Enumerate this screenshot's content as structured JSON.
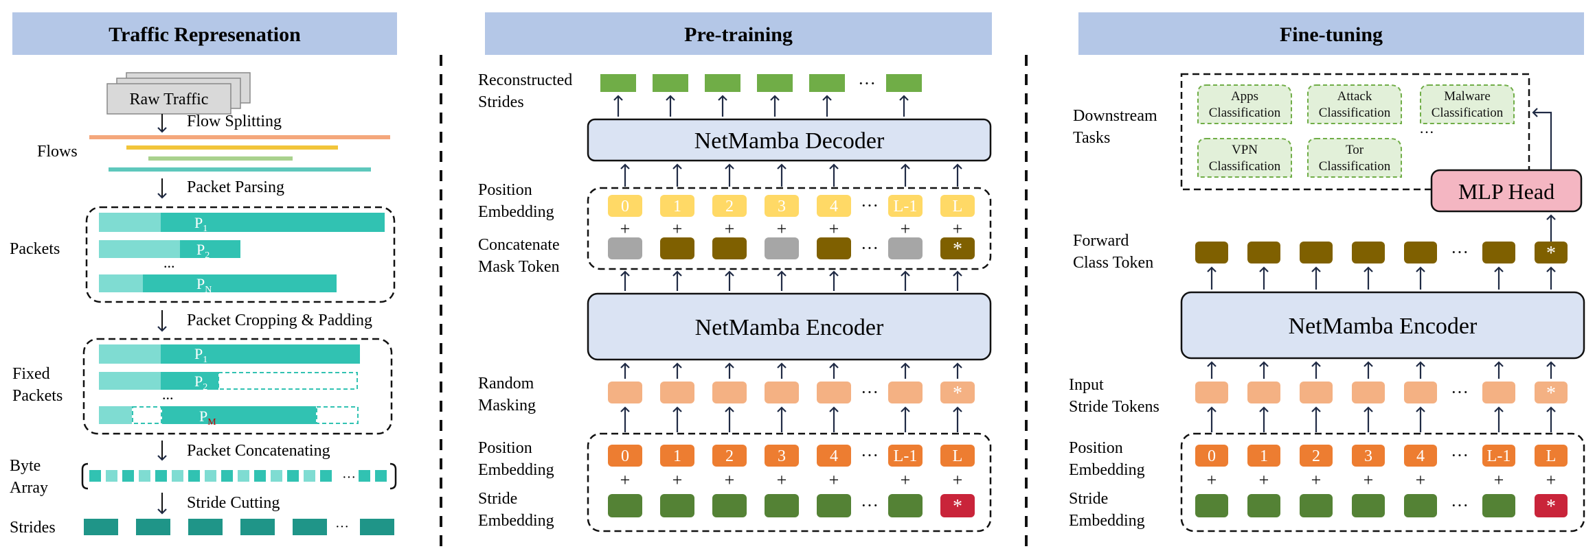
{
  "panels": {
    "traffic": {
      "header": "Traffic Represenation",
      "raw_traffic": "Raw Traffic",
      "steps": [
        "Flow Splitting",
        "Packet Parsing",
        "Packet Cropping & Padding",
        "Packet Concatenating",
        "Stride Cutting"
      ],
      "labels": {
        "flows": "Flows",
        "packets": "Packets",
        "fixed_packets_1": "Fixed",
        "fixed_packets_2": "Packets",
        "byte_array_1": "Byte",
        "byte_array_2": "Array",
        "strides": "Strides"
      },
      "packet_labels": {
        "p1": "P",
        "p1_sub": "1",
        "p2": "P",
        "p2_sub": "2",
        "pn": "P",
        "pn_sub": "N",
        "pm": "P",
        "pm_sub": "M"
      },
      "ellipsis": "...",
      "hellipsis": "···"
    },
    "pretraining": {
      "header": "Pre-training",
      "labels": {
        "reconstructed_1": "Reconstructed",
        "reconstructed_2": "Strides",
        "position_1": "Position",
        "position_2": "Embedding",
        "concat_1": "Concatenate",
        "concat_2": "Mask Token",
        "random_1": "Random",
        "random_2": "Masking",
        "position_b_1": "Position",
        "position_b_2": "Embedding",
        "stride_1": "Stride",
        "stride_2": "Embedding"
      },
      "decoder": "NetMamba Decoder",
      "encoder": "NetMamba Encoder",
      "position_tokens": [
        "0",
        "1",
        "2",
        "3",
        "4",
        "L-1",
        "L"
      ],
      "plus": "+",
      "star": "*",
      "dots": "···"
    },
    "finetuning": {
      "header": "Fine-tuning",
      "labels": {
        "downstream_1": "Downstream",
        "downstream_2": "Tasks",
        "forward_1": "Forward",
        "forward_2": "Class Token",
        "input_1": "Input",
        "input_2": "Stride Tokens",
        "position_1": "Position",
        "position_2": "Embedding",
        "stride_1": "Stride",
        "stride_2": "Embedding"
      },
      "tasks": [
        {
          "line1": "Apps",
          "line2": "Classification"
        },
        {
          "line1": "Attack",
          "line2": "Classification"
        },
        {
          "line1": "Malware",
          "line2": "Classification"
        },
        {
          "line1": "VPN",
          "line2": "Classification"
        },
        {
          "line1": "Tor",
          "line2": "Classification"
        }
      ],
      "mlp_head": "MLP Head",
      "encoder": "NetMamba Encoder",
      "position_tokens": [
        "0",
        "1",
        "2",
        "3",
        "4",
        "L-1",
        "L"
      ],
      "plus": "+",
      "star": "*",
      "dots": "···"
    }
  },
  "colors": {
    "header_bg": "#b4c7e7",
    "block_bg": "#dae3f3",
    "green_recon": "#70ad47",
    "yellow_pos": "#ffd966",
    "gray_mask": "#a6a6a6",
    "olive": "#7f6000",
    "orange_light": "#f4b183",
    "orange": "#ed7d31",
    "green_dark": "#548235",
    "red": "#c9243a",
    "teal": "#31c2b2",
    "teal_light": "#7fdcd2",
    "teal_dark": "#1f9588",
    "mlp_bg": "#f4b6c2",
    "task_bg": "#e2f0d9",
    "task_border": "#70ad47",
    "arrow": "#1f2a44"
  }
}
